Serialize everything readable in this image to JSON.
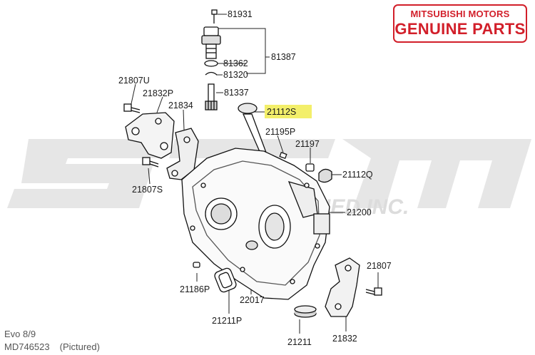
{
  "brand": {
    "line1": "MITSUBISHI MOTORS",
    "line2": "GENUINE PARTS",
    "color": "#d21f2a"
  },
  "watermark": {
    "letters": "STM",
    "tagline": "STM TUNED INC.",
    "color": "#e4e4e4"
  },
  "highlight_color": "#f3ef6a",
  "parts": [
    {
      "id": "81931",
      "text": "81931"
    },
    {
      "id": "81387",
      "text": "81387"
    },
    {
      "id": "81362",
      "text": "81362"
    },
    {
      "id": "81320",
      "text": "81320"
    },
    {
      "id": "81337",
      "text": "81337"
    },
    {
      "id": "21807U",
      "text": "21807U"
    },
    {
      "id": "21832P",
      "text": "21832P"
    },
    {
      "id": "21834",
      "text": "21834"
    },
    {
      "id": "21112S",
      "text": "21112S",
      "highlighted": true
    },
    {
      "id": "21195P",
      "text": "21195P"
    },
    {
      "id": "21197",
      "text": "21197"
    },
    {
      "id": "21112Q",
      "text": "21112Q"
    },
    {
      "id": "21807S",
      "text": "21807S"
    },
    {
      "id": "21200",
      "text": "21200"
    },
    {
      "id": "21807",
      "text": "21807"
    },
    {
      "id": "21186P",
      "text": "21186P"
    },
    {
      "id": "22017",
      "text": "22017"
    },
    {
      "id": "21211P",
      "text": "21211P"
    },
    {
      "id": "21211",
      "text": "21211"
    },
    {
      "id": "21832",
      "text": "21832"
    }
  ],
  "caption": {
    "model": "Evo 8/9",
    "part_number": "MD746523",
    "note": "(Pictured)"
  }
}
